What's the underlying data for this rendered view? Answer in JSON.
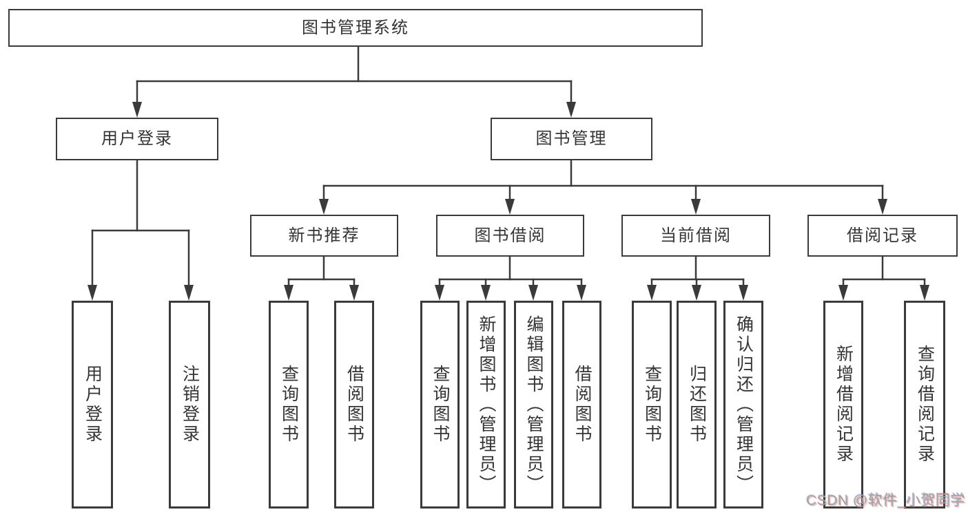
{
  "diagram_title": "图书管理系统",
  "tree": {
    "label": "图书管理系统",
    "children": [
      {
        "label": "用户登录",
        "children": [
          {
            "label": "用户登录"
          },
          {
            "label": "注销登录"
          }
        ]
      },
      {
        "label": "图书管理",
        "children": [
          {
            "label": "新书推荐",
            "children": [
              {
                "label": "查询图书"
              },
              {
                "label": "借阅图书"
              }
            ]
          },
          {
            "label": "图书借阅",
            "children": [
              {
                "label": "查询图书"
              },
              {
                "label": "新增图书（管理员）"
              },
              {
                "label": "编辑图书（管理员）"
              },
              {
                "label": "借阅图书"
              }
            ]
          },
          {
            "label": "当前借阅",
            "children": [
              {
                "label": "查询图书"
              },
              {
                "label": "归还图书"
              },
              {
                "label": "确认归还（管理员）"
              }
            ]
          },
          {
            "label": "借阅记录",
            "children": [
              {
                "label": "新增借阅记录"
              },
              {
                "label": "查询借阅记录"
              }
            ]
          }
        ]
      }
    ]
  },
  "watermark": {
    "text": "CSDN @软件_小贺同学"
  },
  "colors": {
    "line": "#3a3a3a",
    "box_border": "#3a3a3a",
    "text": "#343434",
    "background": "#ffffff",
    "watermark_text": "#a2a2a2"
  }
}
